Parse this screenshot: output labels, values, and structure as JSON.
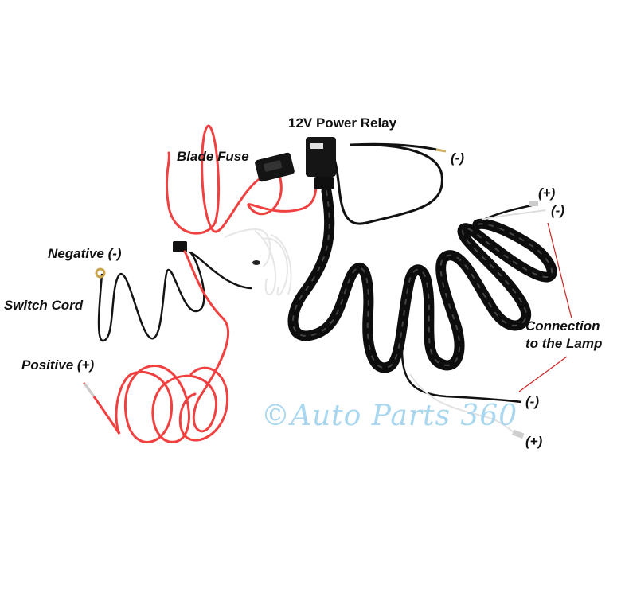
{
  "labels": {
    "relay": "12V Power Relay",
    "fuse": "Blade Fuse",
    "negative": "Negative (-)",
    "switch_cord": "Switch Cord",
    "positive": "Positive (+)",
    "lamp_line1": "Connection",
    "lamp_line2": "to the Lamp",
    "relay_neg": "(-)",
    "lamp_top_pos": "(+)",
    "lamp_top_neg": "(-)",
    "lamp_bottom_neg": "(-)",
    "lamp_bottom_pos": "(+)"
  },
  "watermark": "©Auto Parts 360",
  "colors": {
    "red_wire": "#f04040",
    "black_wire": "#111111",
    "white_wire": "#e8e8e8",
    "pointer_line": "#cc2222",
    "watermark": "#9fd3ee"
  }
}
